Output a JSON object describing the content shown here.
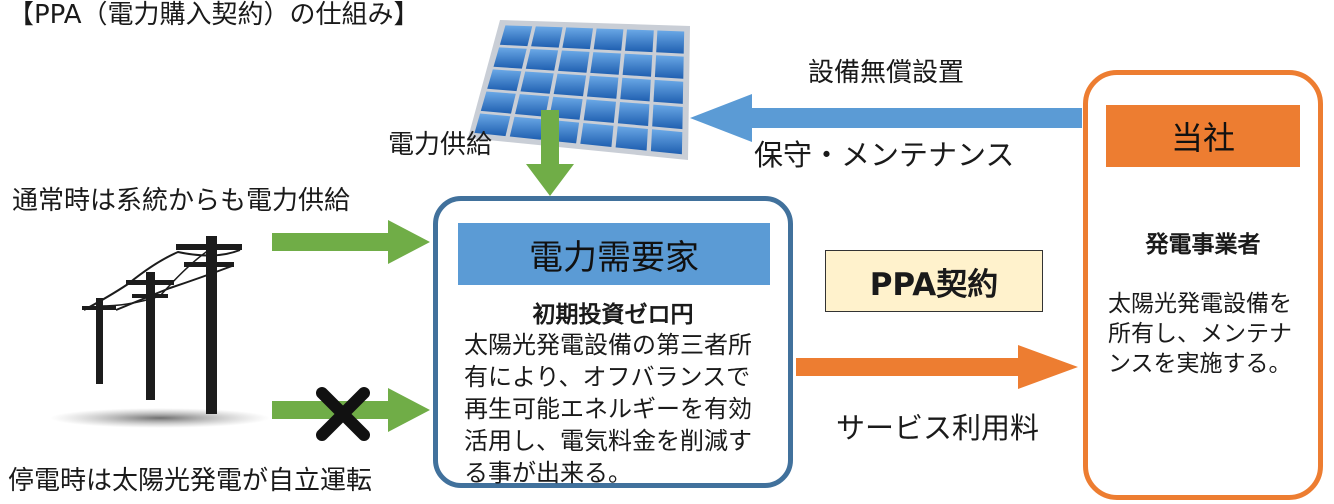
{
  "title": "【PPA（電力購入契約）の仕組み】",
  "labels": {
    "equipment_install": "設備無償設置",
    "maintenance": "保守・メンテナンス",
    "power_supply": "電力供給",
    "normal_grid": "通常時は系統からも電力供給",
    "outage": "停電時は太陽光発電が自立運転",
    "service_fee": "サービス利用料"
  },
  "customer": {
    "heading": "電力需要家",
    "subheading": "初期投資ゼロ円",
    "body": "太陽光発電設備の第三者所有により、オフバランスで再生可能エネルギーを有効活用し、電気料金を削減する事が出来る。"
  },
  "contract": {
    "label": "PPA契約"
  },
  "provider": {
    "heading": "当社",
    "subheading": "発電事業者",
    "body": "太陽光発電設備を所有し、メンテナンスを実施する。"
  },
  "colors": {
    "green_arrow": "#70ad47",
    "blue_arrow": "#5b9bd5",
    "orange_arrow": "#ed7d31",
    "customer_border": "#41719c",
    "customer_header": "#5b9bd5",
    "provider": "#ed7d31",
    "contract_fill": "#fff2cc"
  },
  "icons": [
    "solar-panel-icon",
    "utility-pole-icon",
    "cross-mark-icon"
  ]
}
